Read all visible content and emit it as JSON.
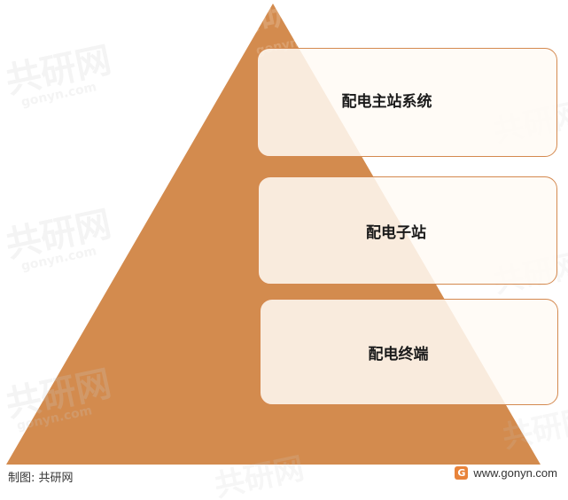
{
  "pyramid": {
    "color": "#d38b4e",
    "levels": [
      {
        "label": "配电主站系统"
      },
      {
        "label": "配电子站"
      },
      {
        "label": "配电终端"
      }
    ]
  },
  "footer": {
    "source": "制图: 共研网",
    "website": "www.gonyn.com",
    "logo_letter": "G"
  },
  "watermark": {
    "brand": "共研网",
    "url": "gonyn.com"
  }
}
